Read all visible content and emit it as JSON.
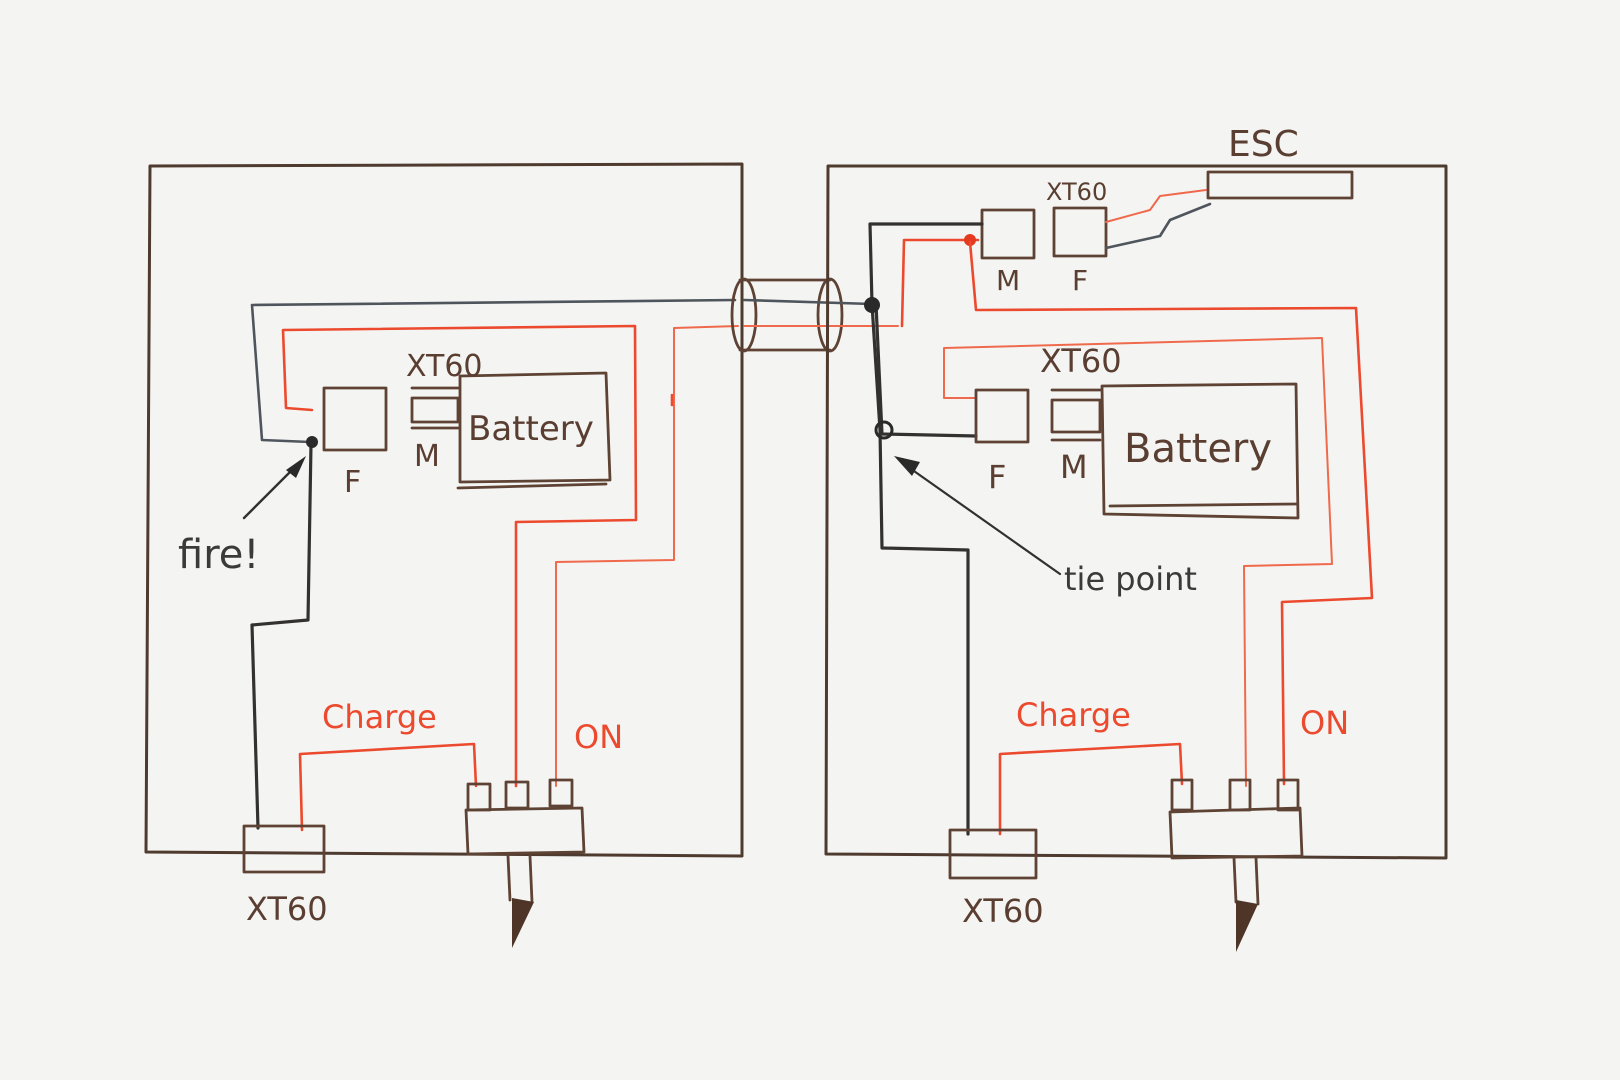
{
  "labels": {
    "esc": "ESC",
    "left": {
      "xt60_top": "XT60",
      "f": "F",
      "m": "M",
      "battery": "Battery",
      "fire_note": "fire!",
      "charge": "Charge",
      "on": "ON",
      "xt60_bottom": "XT60"
    },
    "right": {
      "xt60_top": "XT60",
      "m_top": "M",
      "f_top": "F",
      "xt60_mid": "XT60",
      "f": "F",
      "m": "M",
      "battery": "Battery",
      "tie_note": "tie point",
      "charge": "Charge",
      "on": "ON",
      "xt60_bottom": "XT60"
    }
  },
  "colors": {
    "frame": "#4e3a2e",
    "negative_wire": "#33312f",
    "positive_wire": "#ec4a2e",
    "component_ink": "#5e4234",
    "paper": "#f4f5f3"
  }
}
